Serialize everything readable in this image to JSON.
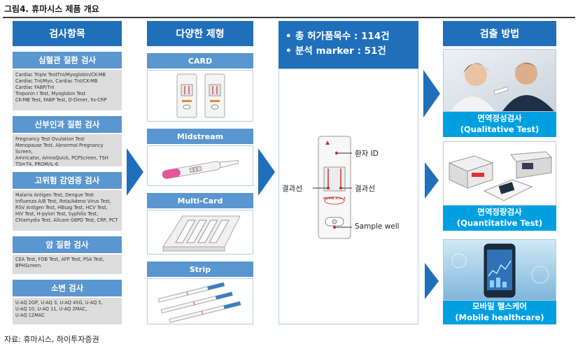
{
  "figure": {
    "title": "그림4. 휴마시스 제품 개요",
    "source": "자료: 휴마시스, 하이투자증권"
  },
  "columns": {
    "test_items": "검사항목",
    "forms": "다양한 제형",
    "detection": "검출 방법"
  },
  "categories": [
    {
      "name": "심혈관 질환 검사",
      "tests": "Cardiac Triple TestTnI/Myoglobin/CK-MB\nCardiac TnI/Myo, Cardiac TnI/CK-MB\nCardiac FABP/TnI\nTroponin I Test, Myoglobin Test\nCK-MB Test, FABP Test, D-Dimer, hs-CRP"
    },
    {
      "name": "산부인과 질환 검사",
      "tests": "Pregnancy Test Ovulation Test\nMenopause Test, Abnormal Pregnancy Screen,\nAmnicator, AmnoQuick, PCPScreen, TSH\nTSH-T4, PROM/IL-6"
    },
    {
      "name": "고위험 감염증 검사",
      "tests": "Malaria Antigen Test, Dengue Test\nInfluenza A/B Test, Rota/Adeno Virus Test,\nRSV Antigen Test, HBsag Test, HCV Test,\nHIV Test, H-pylori Test, Syphilis Test,\nChlamydia Test, Allcare G6PD Test, CRP, PCT"
    },
    {
      "name": "암 질환 검사",
      "tests": "CEA Test, FOB Test, AFP Test, PSA Test,\nBPHScreen"
    },
    {
      "name": "소변 검사",
      "tests": "U-AQ 2GP, U-AQ 3, U-AQ 4SG, U-AQ 5,\nU-AQ 10, U-AQ 11, U-AQ 2MAC,\nU-AQ 12MAC"
    }
  ],
  "forms": [
    {
      "label": "CARD"
    },
    {
      "label": "Midstream"
    },
    {
      "label": "Multi-Card"
    },
    {
      "label": "Strip"
    }
  ],
  "summary": {
    "bullet": "•",
    "approvals": "총 허가품목수 : 114건",
    "markers": "분석 marker : 51건"
  },
  "device": {
    "patient_id": "환자 ID",
    "result_left": "결과선",
    "result_right": "결과선",
    "sample_well": "Sample well",
    "logo_text": "HUMA 3-in-1"
  },
  "methods": [
    {
      "ko": "면역정성검사",
      "en": "(Qualitative Test)"
    },
    {
      "ko": "면역정량검사",
      "en": "(Quantitative Test)"
    },
    {
      "ko": "모바일 헬스케어",
      "en": "(Mobile healthcare)"
    }
  ],
  "colors": {
    "header_blue": "#1f6fba",
    "category_blue": "#5a96cf",
    "method_cyan": "#00a0e0",
    "test_line_red": "#c0392b",
    "sub_panel_grey": "#dcdcdc"
  }
}
